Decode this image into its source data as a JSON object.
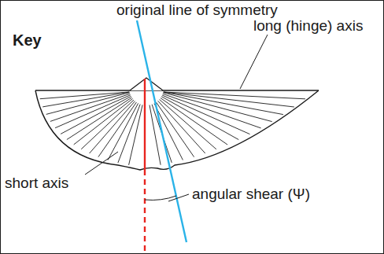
{
  "diagram": {
    "title": "Key",
    "labels": [
      "original line of symmetry",
      "long (hinge) axis",
      "short axis",
      "angular shear (Ψ)"
    ]
  }
}
